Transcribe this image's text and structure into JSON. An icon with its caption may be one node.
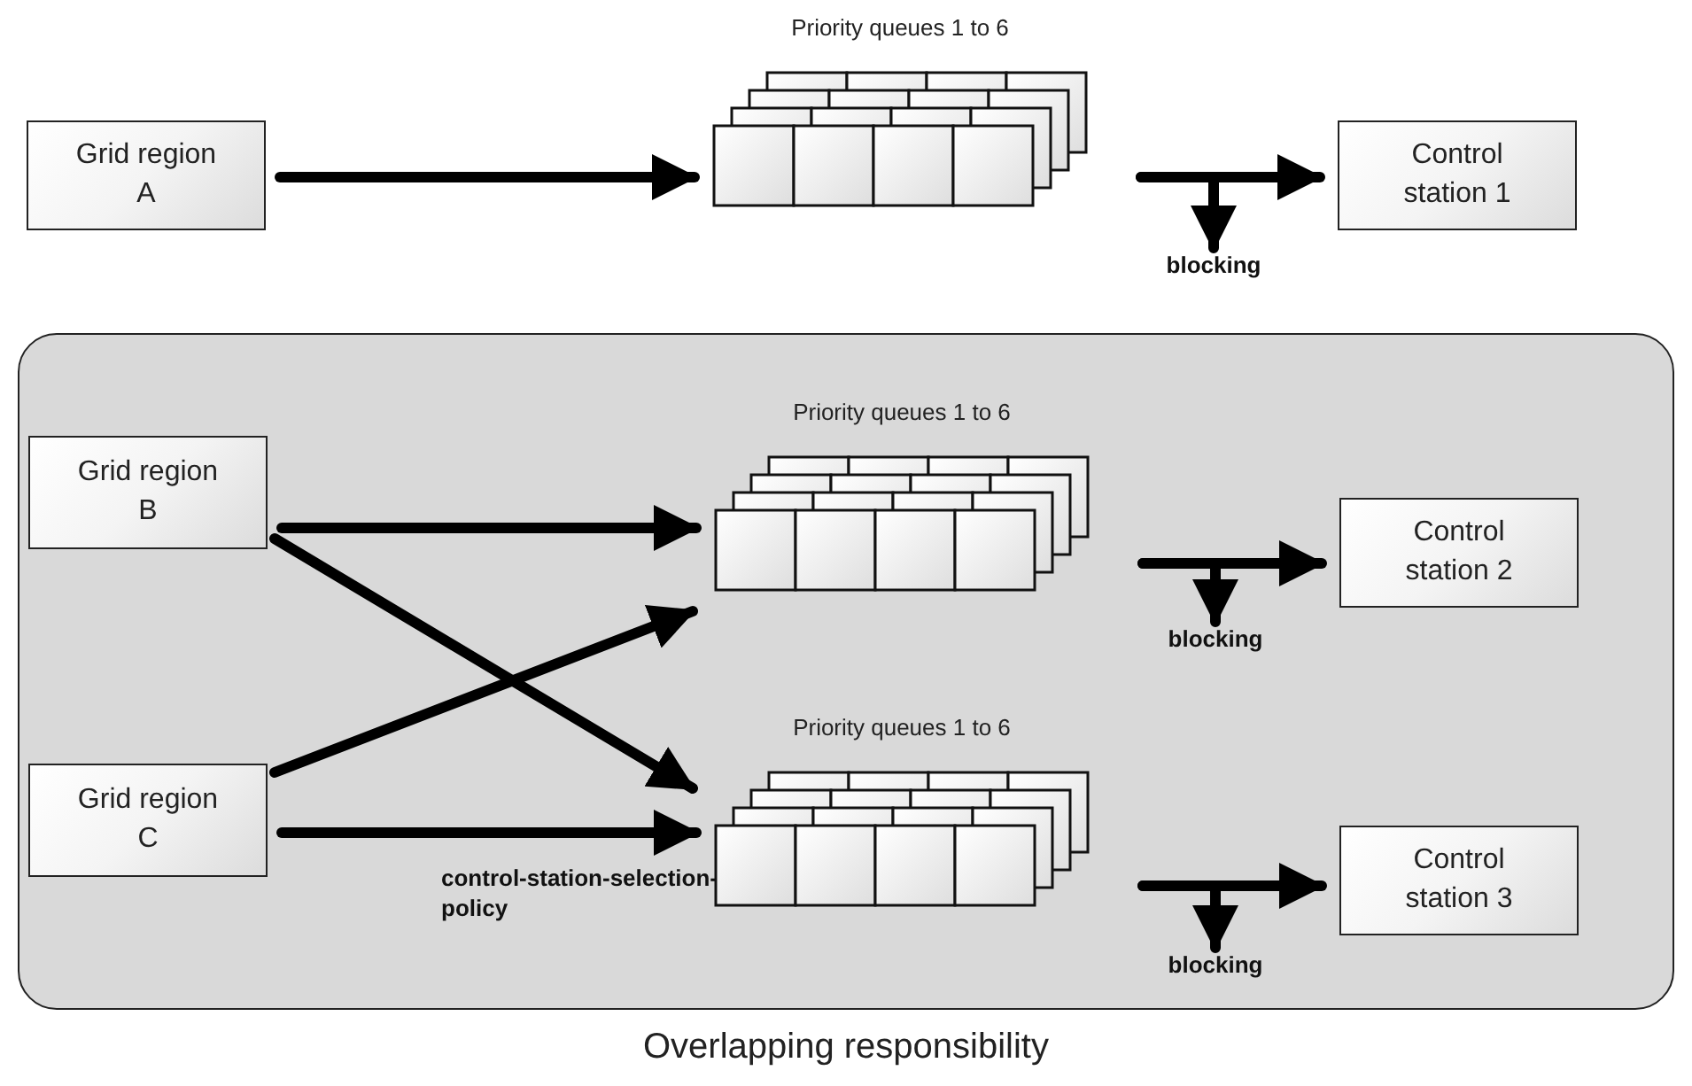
{
  "diagram": {
    "caption": "Overlapping responsibility",
    "nodes": [
      {
        "text": [
          "Grid region A"
        ]
      },
      {
        "text": [
          "Priority queues 1 to 6"
        ]
      },
      {
        "text": [
          "Control station 1"
        ]
      },
      {
        "text": [],
        "shape": "box"
      },
      {
        "text": [
          "Grid region B"
        ],
        "in": 3
      },
      {
        "text": [
          "Priority queues 1 to 6"
        ],
        "in": 3
      },
      {
        "text": [
          "Control station 2"
        ],
        "in": 3
      },
      {
        "text": [
          "Grid region C"
        ],
        "in": 3
      },
      {
        "text": [
          "Priority queues 1 to 6"
        ],
        "in": 3
      },
      {
        "text": [
          "Control station 3"
        ],
        "in": 3
      },
      {
        "text": [
          "blocking"
        ]
      },
      {
        "text": [
          "blocking"
        ],
        "in": 3
      },
      {
        "text": [
          "blocking"
        ],
        "in": 3
      }
    ],
    "edges": [
      {
        "from": 0,
        "to": 1,
        "arrow": "to"
      },
      {
        "from": 1,
        "to": 2,
        "arrow": "to"
      },
      {
        "from": 1,
        "to": 10,
        "arrow": "to"
      },
      {
        "from": 4,
        "to": 5,
        "arrow": "to"
      },
      {
        "from": 4,
        "to": 8,
        "arrow": "to"
      },
      {
        "from": 7,
        "to": 5,
        "arrow": "to"
      },
      {
        "from": 7,
        "to": 8,
        "arrow": "to",
        "label": "control-station-selection-policy"
      },
      {
        "from": 5,
        "to": 6,
        "arrow": "to"
      },
      {
        "from": 5,
        "to": 11,
        "arrow": "to"
      },
      {
        "from": 8,
        "to": 9,
        "arrow": "to"
      },
      {
        "from": 8,
        "to": 12,
        "arrow": "to"
      }
    ]
  }
}
